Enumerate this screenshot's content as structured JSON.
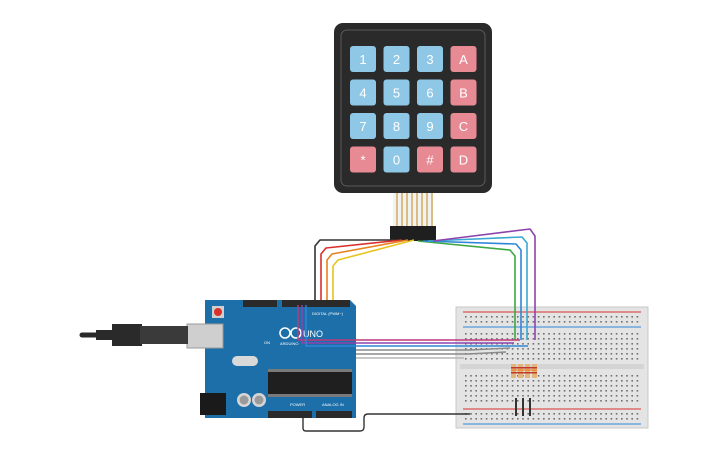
{
  "keypad": {
    "keys": [
      {
        "label": "1",
        "kind": "num"
      },
      {
        "label": "2",
        "kind": "num"
      },
      {
        "label": "3",
        "kind": "num"
      },
      {
        "label": "A",
        "kind": "letter"
      },
      {
        "label": "4",
        "kind": "num"
      },
      {
        "label": "5",
        "kind": "num"
      },
      {
        "label": "6",
        "kind": "num"
      },
      {
        "label": "B",
        "kind": "letter"
      },
      {
        "label": "7",
        "kind": "num"
      },
      {
        "label": "8",
        "kind": "num"
      },
      {
        "label": "9",
        "kind": "num"
      },
      {
        "label": "C",
        "kind": "letter"
      },
      {
        "label": "*",
        "kind": "letter"
      },
      {
        "label": "0",
        "kind": "num"
      },
      {
        "label": "#",
        "kind": "letter"
      },
      {
        "label": "D",
        "kind": "letter"
      }
    ]
  },
  "arduino": {
    "model": "UNO",
    "brand": "ARDUINO",
    "digital_label": "DIGITAL (PWM~)",
    "power_label": "POWER",
    "analog_label": "ANALOG IN",
    "on_label": "ON"
  },
  "colors": {
    "num_key": "#8fc8e6",
    "letter_key": "#e88a94",
    "keypad_body": "#2a2a2a",
    "board": "#1c6fa8",
    "breadboard": "#e6e6e6",
    "wire_black": "#333333",
    "wire_red": "#d9302c",
    "wire_orange": "#e8821e",
    "wire_yellow": "#e9c31b",
    "wire_green": "#3ea844",
    "wire_blue": "#2f86d9",
    "wire_cyan": "#3ba9d1",
    "wire_purple": "#8e44ad",
    "wire_magenta": "#c0397a",
    "wire_gray": "#8a8a8a"
  }
}
